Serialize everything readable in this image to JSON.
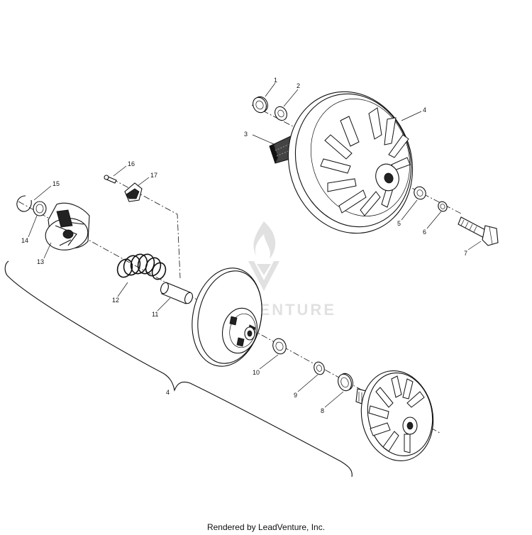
{
  "callouts": {
    "c1": "1",
    "c2": "2",
    "c3": "3",
    "c4_top": "4",
    "c5": "5",
    "c6": "6",
    "c7": "7",
    "c8": "8",
    "c9": "9",
    "c10": "10",
    "c11": "11",
    "c12": "12",
    "c13": "13",
    "c14": "14",
    "c15": "15",
    "c16": "16",
    "c17": "17",
    "c4_assembly": "4"
  },
  "watermark": {
    "brand": "LEADVENTURE"
  },
  "footer": {
    "text": "Rendered by LeadVenture, Inc."
  }
}
